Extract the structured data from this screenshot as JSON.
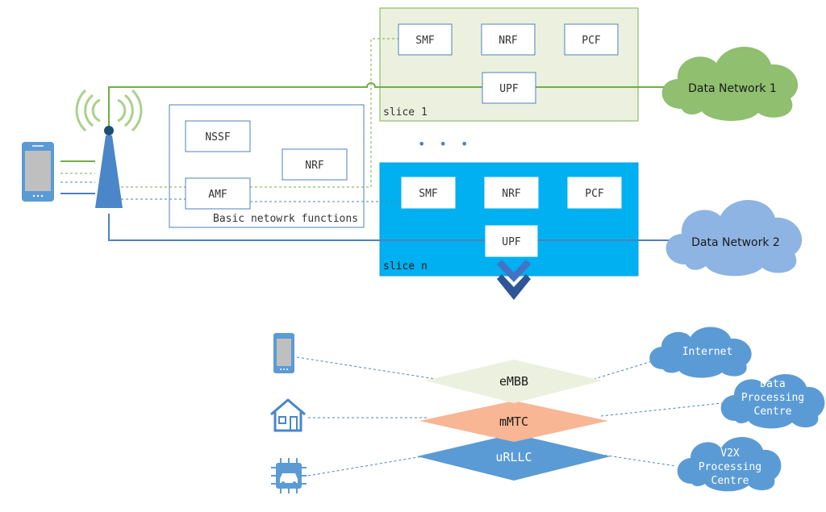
{
  "slice1": {
    "label": "slice 1",
    "functions": [
      "SMF",
      "NRF",
      "PCF",
      "UPF"
    ]
  },
  "slicen": {
    "label": "slice n",
    "functions": [
      "SMF",
      "NRF",
      "PCF",
      "UPF"
    ]
  },
  "basic": {
    "label": "Basic netowrk functions",
    "functions": [
      "NSSF",
      "NRF",
      "AMF"
    ]
  },
  "networks": {
    "dn1": "Data Network 1",
    "dn2": "Data Network 2"
  },
  "ellipsis": "• • •",
  "services": {
    "embb": "eMBB",
    "mmtc": "mMTC",
    "urllc": "uRLLC"
  },
  "clouds": {
    "internet": [
      "Internet"
    ],
    "dpc": [
      "Data",
      "Processing",
      "Centre"
    ],
    "v2x": [
      "V2X",
      "Processing",
      "Centre"
    ]
  },
  "icons": {
    "phone": "smartphone-icon",
    "tower": "antenna-tower-icon",
    "house": "smart-house-icon",
    "car": "vehicle-chip-icon",
    "arrow": "chevron-down-icon"
  },
  "colors": {
    "green": "#70ad47",
    "blue": "#4f81bd",
    "slice1_fill": "#ebf1de",
    "slice1_stroke": "#8fbe6a",
    "slicen_fill": "#00b0f0",
    "dn1_cloud": "#8fbf6f",
    "dn2_cloud": "#8eb4e3",
    "small_cloud": "#5b9bd5",
    "embb": "#ebf1de",
    "mmtc": "#f8b694",
    "urllc": "#5b9bd5"
  }
}
